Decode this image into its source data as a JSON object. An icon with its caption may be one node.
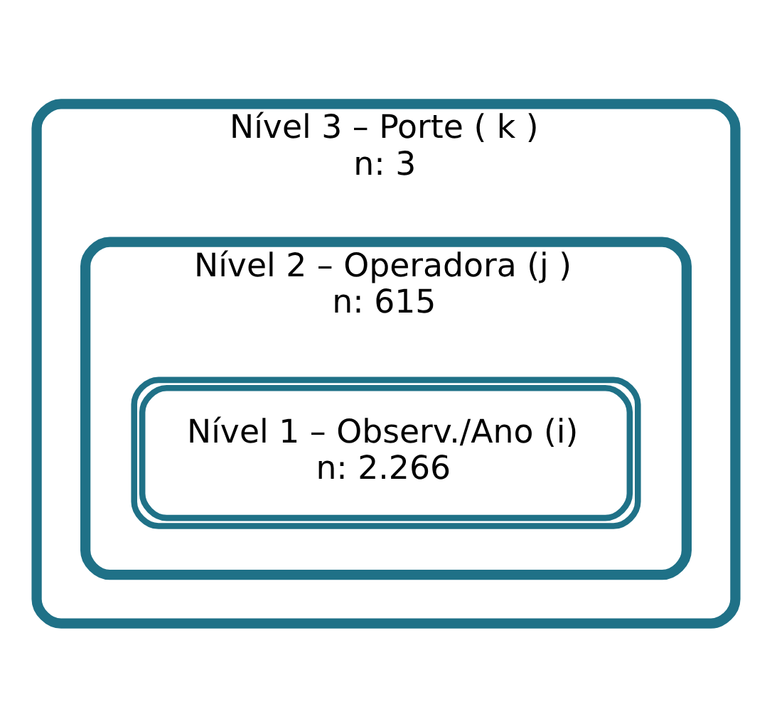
{
  "diagram": {
    "nodes": [
      {
        "text": [
          "Nível 3 – Porte ( k )",
          "n: 3"
        ]
      },
      {
        "text": [
          "Nível 2 – Operadora (j )",
          "n: 615"
        ],
        "in": 0
      },
      {
        "text": [
          "Nível 1 – Observ./Ano (i)",
          "n: 2.266"
        ],
        "in": 1
      }
    ]
  }
}
